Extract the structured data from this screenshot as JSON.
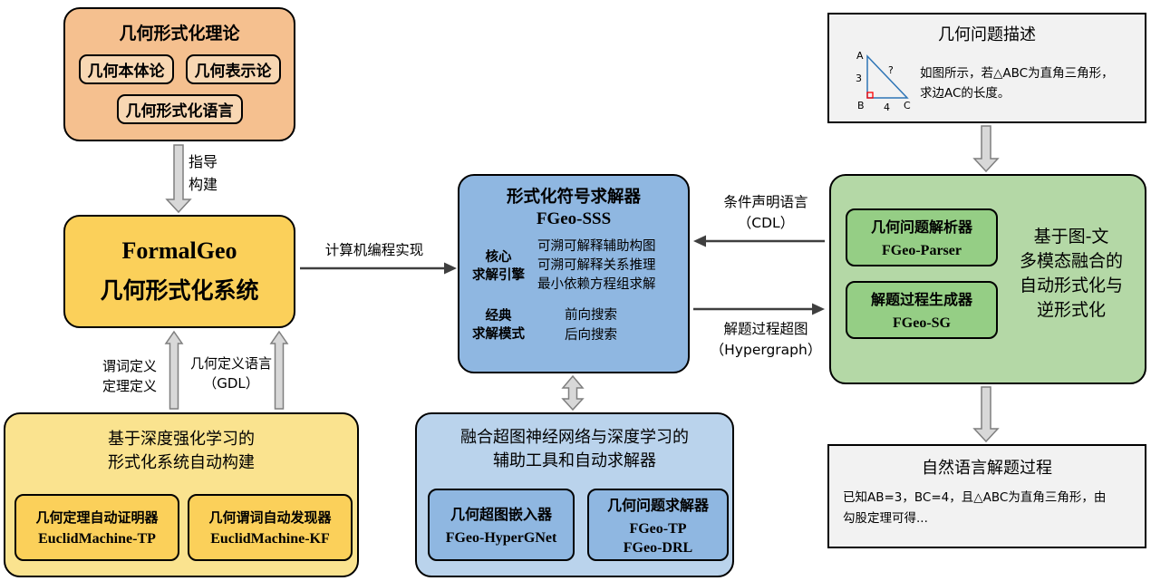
{
  "colors": {
    "theory_fill": "#F5C08F",
    "theory_item_fill": "#F8D7B3",
    "yellow_fill": "#FBD05A",
    "light_yellow_fill": "#FAE38F",
    "blue_fill": "#8FB7E1",
    "light_blue_fill": "#BAD3EC",
    "green_fill": "#B4D8A6",
    "green_item_fill": "#95CE85",
    "gray_fill": "#F2F2F2",
    "arrow_fill": "#D8D8D8",
    "figure_line": "#2E75B6",
    "right_angle_marker": "#FF0000"
  },
  "theory_box": {
    "title": "几何形式化理论",
    "items": [
      {
        "label": "几何本体论"
      },
      {
        "label": "几何表示论"
      },
      {
        "label": "几何形式化语言"
      }
    ]
  },
  "formalgeo_box": {
    "name": "FormalGeo",
    "title": "几何形式化系统"
  },
  "drl_box": {
    "title": "基于深度强化学习的\n形式化系统自动构建",
    "items": [
      {
        "label": "几何定理自动证明器",
        "name": "EuclidMachine-TP"
      },
      {
        "label": "几何谓词自动发现器",
        "name": "EuclidMachine-KF"
      }
    ]
  },
  "sss_box": {
    "title": "形式化符号求解器",
    "name": "FGeo-SSS",
    "core_engine_label": "核心\n求解引擎",
    "core_engine_features": "可溯可解释辅助构图\n可溯可解释关系推理\n最小依赖方程组求解",
    "classic_mode_label": "经典\n求解模式",
    "classic_mode_features": "前向搜索\n后向搜索"
  },
  "nn_box": {
    "title": "融合超图神经网络与深度学习的\n辅助工具和自动求解器",
    "items": [
      {
        "label": "几何超图嵌入器",
        "name": "FGeo-HyperGNet"
      },
      {
        "label": "几何问题求解器",
        "name": "FGeo-TP\nFGeo-DRL"
      }
    ]
  },
  "multimodal_box": {
    "title": "基于图-文\n多模态融合的\n自动形式化与\n逆形式化",
    "items": [
      {
        "label": "几何问题解析器",
        "name": "FGeo-Parser"
      },
      {
        "label": "解题过程生成器",
        "name": "FGeo-SG"
      }
    ]
  },
  "problem_box": {
    "title": "几何问题描述",
    "description": "如图所示，若△ABC为直角三角形，\n求边AC的长度。",
    "figure": {
      "vertex_a": "A",
      "vertex_b": "B",
      "vertex_c": "C",
      "side_left": "3",
      "side_bottom": "4",
      "side_hyp": "?"
    }
  },
  "answer_box": {
    "title": "自然语言解题过程",
    "description": "已知AB=3，BC=4，且△ABC为直角三角形，由\n勾股定理可得..."
  },
  "arrow_labels": {
    "guide": "指导\n构建",
    "compile": "计算机编程实现",
    "predicate": "谓词定义\n定理定义",
    "gdl": "几何定义语言\n（GDL）",
    "cdl": "条件声明语言\n（CDL）",
    "hypergraph": "解题过程超图\n（Hypergraph）"
  }
}
